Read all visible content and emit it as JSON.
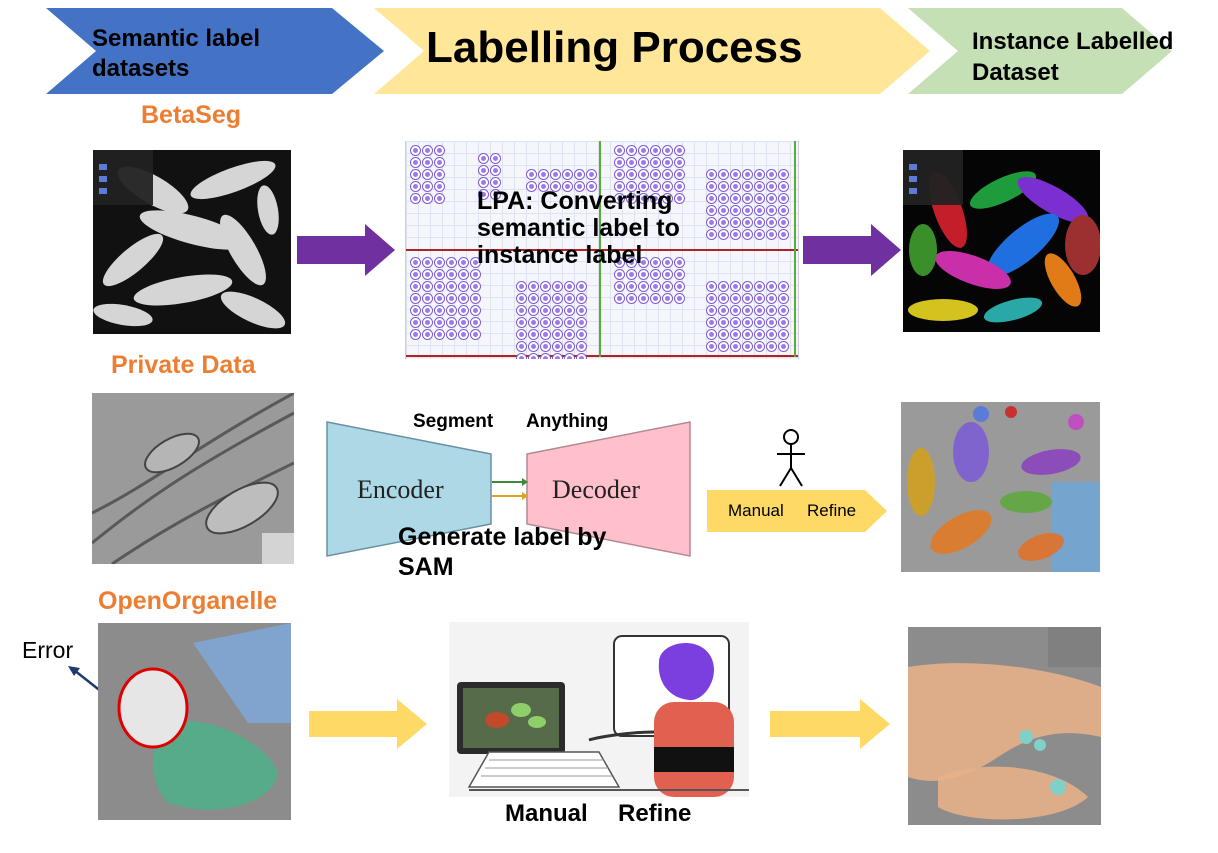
{
  "header": {
    "left_chevron": "Semantic label datasets",
    "middle_chevron": "Labelling Process",
    "right_chevron": "Instance Labelled Dataset"
  },
  "rows": {
    "betaseg": {
      "label": "BetaSeg",
      "lpa_text": "LPA: Converting semantic label to instance label"
    },
    "private": {
      "label": "Private Data",
      "sam_title_left": "Segment",
      "sam_title_right": "Anything",
      "encoder": "Encoder",
      "decoder": "Decoder",
      "sam_caption": "Generate label by SAM",
      "refine_left": "Manual",
      "refine_right": "Refine"
    },
    "openorganelle": {
      "label": "OpenOrganelle",
      "error_label": "Error",
      "refine_left": "Manual",
      "refine_right": "Refine"
    }
  },
  "colors": {
    "left_chevron": "#4472C4",
    "middle_chevron": "#FFE699",
    "right_chevron": "#C5E0B4",
    "source_label": "#ED7D31",
    "purple_arrow": "#7030A0",
    "yellow_arrow": "#FFD966",
    "encoder_fill": "#ADD8E6",
    "decoder_fill": "#FFC0CB",
    "error_circle": "#E00000"
  }
}
